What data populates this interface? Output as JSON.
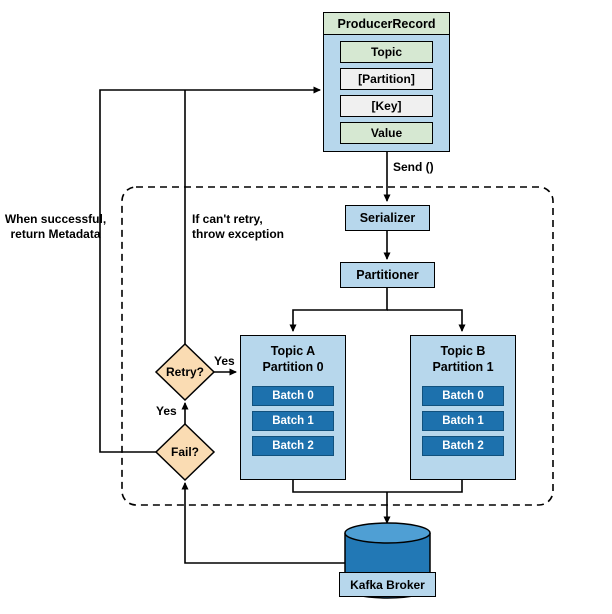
{
  "producer_record": {
    "title": "ProducerRecord",
    "fields": [
      {
        "label": "Topic",
        "style": "green"
      },
      {
        "label": "[Partition]",
        "style": "gray"
      },
      {
        "label": "[Key]",
        "style": "gray"
      },
      {
        "label": "Value",
        "style": "green"
      }
    ]
  },
  "nodes": {
    "serializer": "Serializer",
    "partitioner": "Partitioner",
    "retry": "Retry?",
    "fail": "Fail?",
    "broker": "Kafka Broker"
  },
  "topic_a": {
    "title": "Topic A",
    "subtitle": "Partition 0",
    "batches": [
      "Batch 0",
      "Batch 1",
      "Batch 2"
    ]
  },
  "topic_b": {
    "title": "Topic B",
    "subtitle": "Partition 1",
    "batches": [
      "Batch 0",
      "Batch 1",
      "Batch 2"
    ]
  },
  "labels": {
    "send": "Send ()",
    "success": "When successful,\nreturn Metadata",
    "cant_retry": "If can't retry,\nthrow exception",
    "yes_retry": "Yes",
    "yes_fail": "Yes"
  },
  "colors": {
    "light_blue": "#b7d7ec",
    "dark_blue": "#1d71ad",
    "green": "#d6e8d2",
    "gray": "#f0f0f0",
    "peach": "#fadcb3",
    "cylinder_top": "#4f9fd4",
    "cylinder_body": "#2278b5"
  }
}
